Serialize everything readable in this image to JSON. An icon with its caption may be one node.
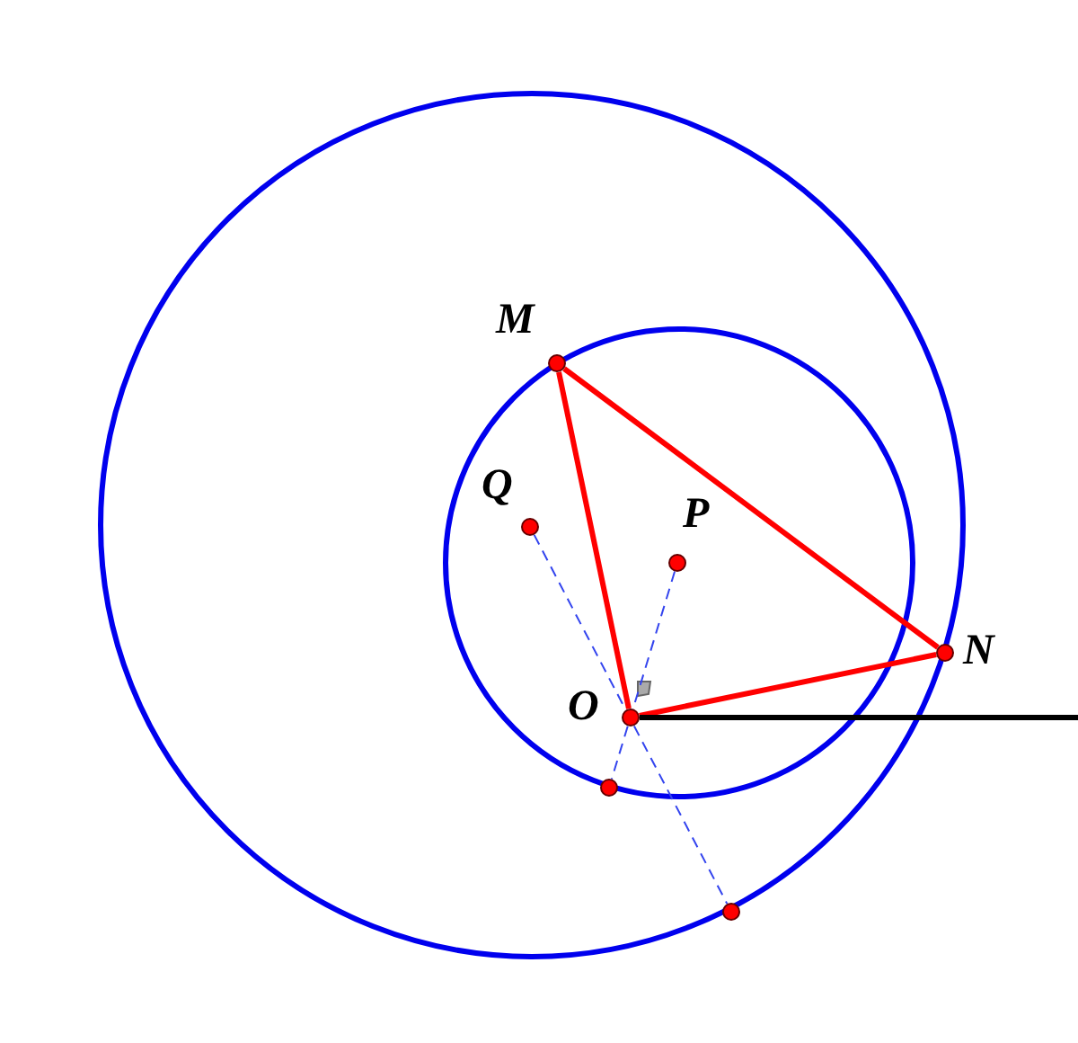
{
  "diagram": {
    "nodes": [
      {
        "text": [],
        "shape": "circle",
        "beside": [
          "M"
        ]
      },
      {
        "text": [],
        "shape": "circle",
        "beside": [
          "Q"
        ]
      },
      {
        "text": [],
        "shape": "circle",
        "beside": [
          "P"
        ]
      },
      {
        "text": [],
        "shape": "circle",
        "beside": [
          "O"
        ]
      },
      {
        "text": [],
        "shape": "circle",
        "beside": [
          "N"
        ]
      },
      {
        "text": [],
        "shape": "circle"
      },
      {
        "text": [],
        "shape": "circle"
      }
    ],
    "edges": [
      {
        "from": 0,
        "to": 4,
        "arrow": "none",
        "color": "#ff0000"
      },
      {
        "from": 4,
        "to": 3,
        "arrow": "none",
        "color": "#ff0000"
      },
      {
        "from": 3,
        "to": 0,
        "arrow": "none",
        "color": "#ff0000"
      },
      {
        "from": 1,
        "to": 6,
        "arrow": "none",
        "style": "dashed",
        "color": "#3344ee"
      },
      {
        "from": 2,
        "to": 5,
        "arrow": "none",
        "style": "dashed",
        "color": "#3344ee"
      },
      {
        "from": 3,
        "to": null,
        "arrow": "none",
        "color": "#000000"
      }
    ]
  }
}
